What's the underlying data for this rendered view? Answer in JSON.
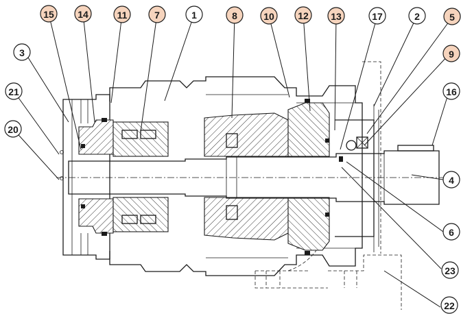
{
  "colors": {
    "line": "#1a1a1a",
    "highlight_fill": "#f6d4bd",
    "plain_fill": "#ffffff"
  },
  "callouts": [
    {
      "id": "15",
      "label": "15",
      "highlighted": true
    },
    {
      "id": "14",
      "label": "14",
      "highlighted": true
    },
    {
      "id": "11",
      "label": "11",
      "highlighted": true
    },
    {
      "id": "7",
      "label": "7",
      "highlighted": true
    },
    {
      "id": "1",
      "label": "1",
      "highlighted": false
    },
    {
      "id": "8",
      "label": "8",
      "highlighted": true
    },
    {
      "id": "10",
      "label": "10",
      "highlighted": true
    },
    {
      "id": "12",
      "label": "12",
      "highlighted": true
    },
    {
      "id": "13",
      "label": "13",
      "highlighted": true
    },
    {
      "id": "17",
      "label": "17",
      "highlighted": false
    },
    {
      "id": "2",
      "label": "2",
      "highlighted": false
    },
    {
      "id": "5",
      "label": "5",
      "highlighted": true
    },
    {
      "id": "9",
      "label": "9",
      "highlighted": true
    },
    {
      "id": "16",
      "label": "16",
      "highlighted": false
    },
    {
      "id": "3",
      "label": "3",
      "highlighted": false
    },
    {
      "id": "21",
      "label": "21",
      "highlighted": false
    },
    {
      "id": "20",
      "label": "20",
      "highlighted": false
    },
    {
      "id": "4",
      "label": "4",
      "highlighted": false
    },
    {
      "id": "6",
      "label": "6",
      "highlighted": false
    },
    {
      "id": "23",
      "label": "23",
      "highlighted": false
    },
    {
      "id": "22",
      "label": "22",
      "highlighted": false
    }
  ]
}
